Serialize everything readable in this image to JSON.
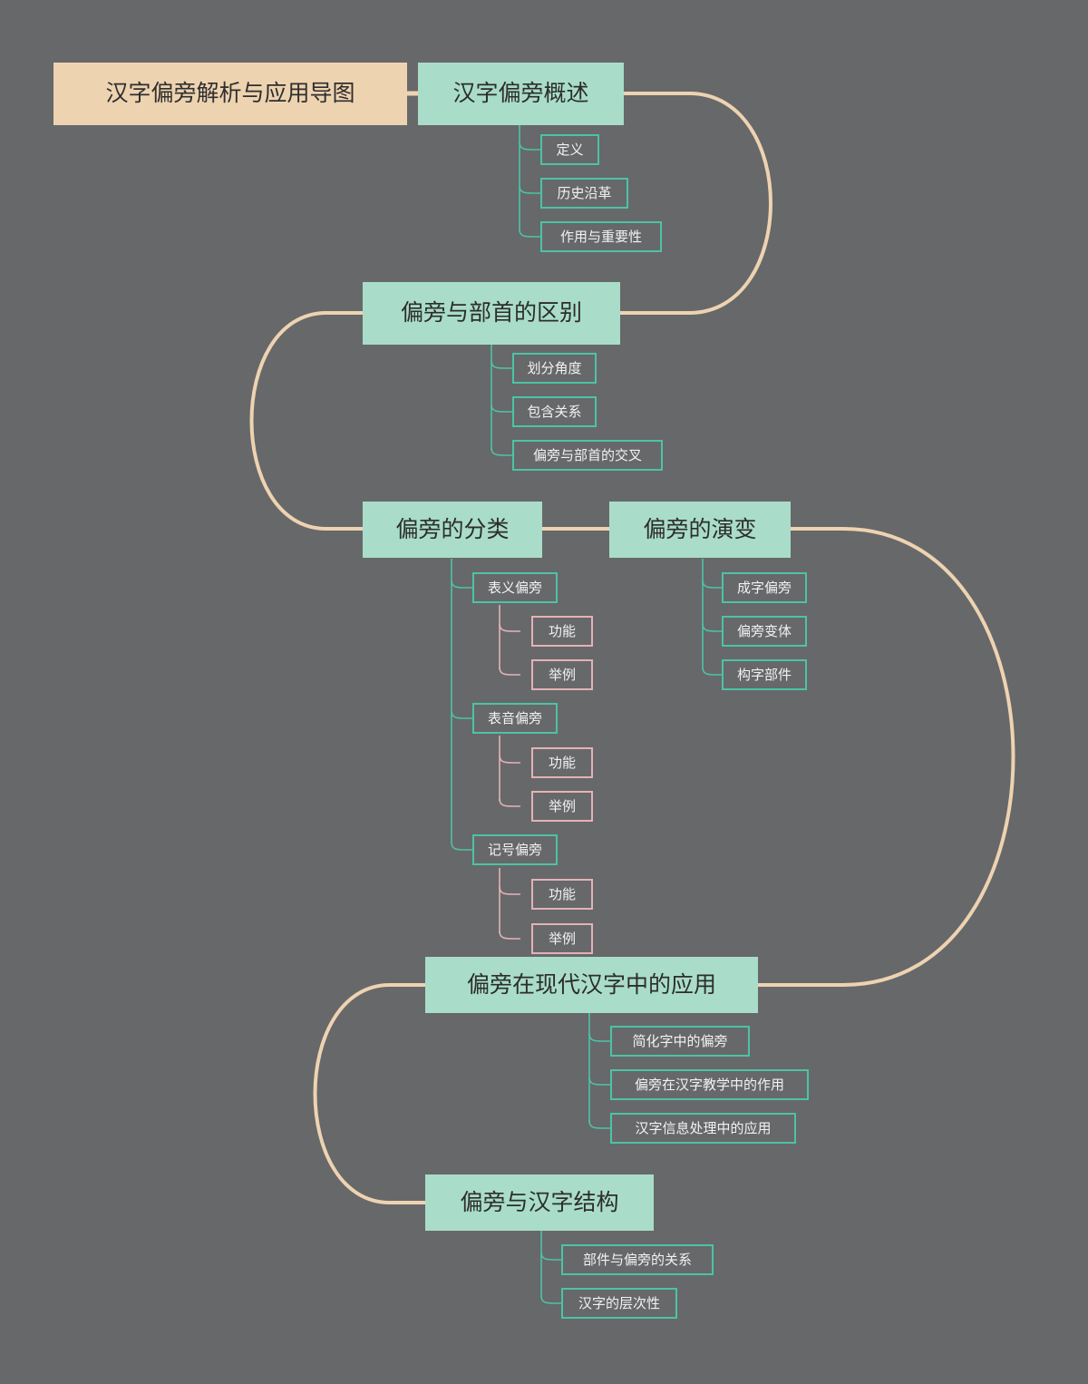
{
  "diagram": {
    "title": "汉字偏旁解析与应用导图",
    "background_color": "#67686a",
    "root_fill": "#eed3b1",
    "main_fill": "#a9ddc9",
    "sub_border": "#4cc3a5",
    "leaf_border": "#e3b2b6",
    "link_color": "#eed3b1"
  },
  "root": {
    "label": "汉字偏旁解析与应用导图"
  },
  "branches": [
    {
      "label": "汉字偏旁概述",
      "children": [
        {
          "label": "定义"
        },
        {
          "label": "历史沿革"
        },
        {
          "label": "作用与重要性"
        }
      ]
    },
    {
      "label": "偏旁与部首的区别",
      "children": [
        {
          "label": "划分角度"
        },
        {
          "label": "包含关系"
        },
        {
          "label": "偏旁与部首的交叉"
        }
      ]
    },
    {
      "label": "偏旁的分类",
      "children": [
        {
          "label": "表义偏旁",
          "children": [
            {
              "label": "功能"
            },
            {
              "label": "举例"
            }
          ]
        },
        {
          "label": "表音偏旁",
          "children": [
            {
              "label": "功能"
            },
            {
              "label": "举例"
            }
          ]
        },
        {
          "label": "记号偏旁",
          "children": [
            {
              "label": "功能"
            },
            {
              "label": "举例"
            }
          ]
        }
      ]
    },
    {
      "label": "偏旁的演变",
      "children": [
        {
          "label": "成字偏旁"
        },
        {
          "label": "偏旁变体"
        },
        {
          "label": "构字部件"
        }
      ]
    },
    {
      "label": "偏旁在现代汉字中的应用",
      "children": [
        {
          "label": "简化字中的偏旁"
        },
        {
          "label": "偏旁在汉字教学中的作用"
        },
        {
          "label": "汉字信息处理中的应用"
        }
      ]
    },
    {
      "label": "偏旁与汉字结构",
      "children": [
        {
          "label": "部件与偏旁的关系"
        },
        {
          "label": "汉字的层次性"
        }
      ]
    }
  ]
}
